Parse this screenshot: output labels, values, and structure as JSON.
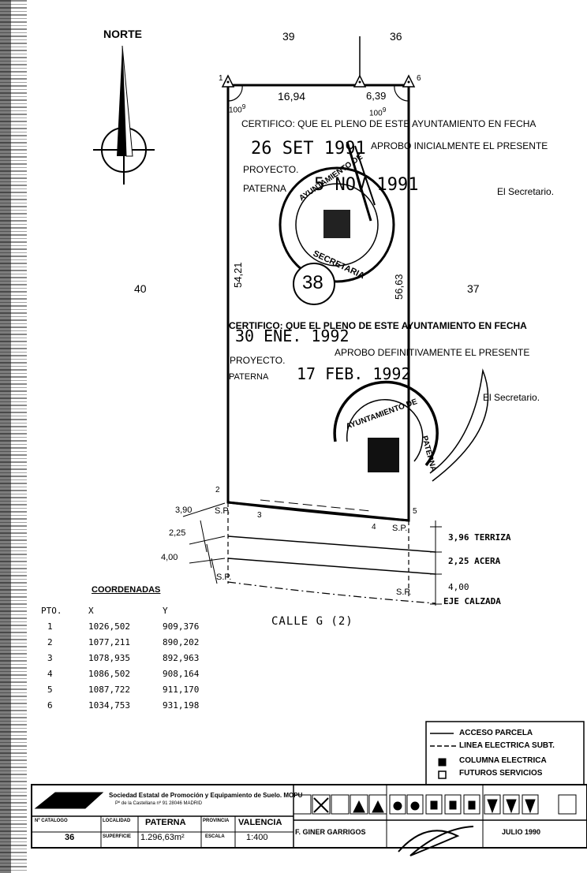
{
  "compass": {
    "label": "NORTE"
  },
  "parcels": {
    "top_left": "39",
    "top_right": "36",
    "left": "40",
    "right": "37",
    "main": "38"
  },
  "dimensions": {
    "top_left": "16,94",
    "top_right": "6,39",
    "left_side": "54,21",
    "right_side": "56,63",
    "angle_left": "100",
    "angle_right": "100",
    "angle_sup": "9",
    "street_a": "3,90",
    "street_b": "2,25",
    "street_c": "4,00"
  },
  "points": [
    "1",
    "2",
    "3",
    "4",
    "5",
    "6"
  ],
  "sp_label": "S.P.",
  "certificate1": {
    "line1": "CERTIFICO: QUE EL PLENO DE ESTE AYUNTAMIENTO EN FECHA",
    "date": "26 SET 1991",
    "line2": "APROBO INICIALMENTE EL PRESENTE",
    "proyecto": "PROYECTO.",
    "paterna": "PATERNA",
    "date2": "5 NOV 1991",
    "secretary": "El Secretario."
  },
  "certificate2": {
    "line1": "CERTIFICO: QUE EL PLENO DE ESTE AYUNTAMIENTO EN FECHA",
    "date": "30 ENE. 1992",
    "line2": "APROBO DEFINITIVAMENTE EL PRESENTE",
    "proyecto": "PROYECTO.",
    "paterna": "PATERNA",
    "date2": "17 FEB. 1992",
    "secretary": "El Secretario."
  },
  "stamps": {
    "stamp1_top": "AYUNTAMIENTO DE",
    "stamp1_bottom": "SECRETARIA",
    "stamp2_top": "AYUNTAMIENTO DE",
    "stamp2_right": "PATERNA"
  },
  "street_legend": {
    "terraza": "3,96  TERRIZA",
    "acera": "2,25  ACERA",
    "calzada_val": "4,00",
    "calzada": "EJE CALZADA",
    "street_name": "CALLE  G  (2)"
  },
  "coordinates": {
    "title": "COORDENADAS",
    "headers": [
      "PTO.",
      "X",
      "Y"
    ],
    "rows": [
      [
        "1",
        "1026,502",
        "909,376"
      ],
      [
        "2",
        "1077,211",
        "890,202"
      ],
      [
        "3",
        "1078,935",
        "892,963"
      ],
      [
        "4",
        "1086,502",
        "908,164"
      ],
      [
        "5",
        "1087,722",
        "911,170"
      ],
      [
        "6",
        "1034,753",
        "931,198"
      ]
    ]
  },
  "legend": {
    "acceso": "ACCESO PARCELA",
    "linea": "LINEA ELECTRICA SUBT.",
    "columna": "COLUMNA ELECTRICA",
    "futuros": "FUTUROS SERVICIOS"
  },
  "title_block": {
    "org": "Sociedad Estatal de Promoción y Equipamiento de Suelo. MOPU",
    "org_small": "Pº de la Castellana nº 91  28046 MADRID",
    "numero_label": "Nº CATALOGO",
    "numero": "36",
    "localidad_label": "LOCALIDAD",
    "localidad": "PATERNA",
    "provincia_label": "PROVINCIA",
    "provincia": "VALENCIA",
    "superficie_label": "SUPERFICIE",
    "superficie": "1.296,63m²",
    "escala_label": "ESCALA",
    "escala": "1:400",
    "autor": "F. GINER GARRIGOS",
    "fecha": "JULIO 1990"
  },
  "colors": {
    "ink": "#000000",
    "paper": "#ffffff"
  }
}
